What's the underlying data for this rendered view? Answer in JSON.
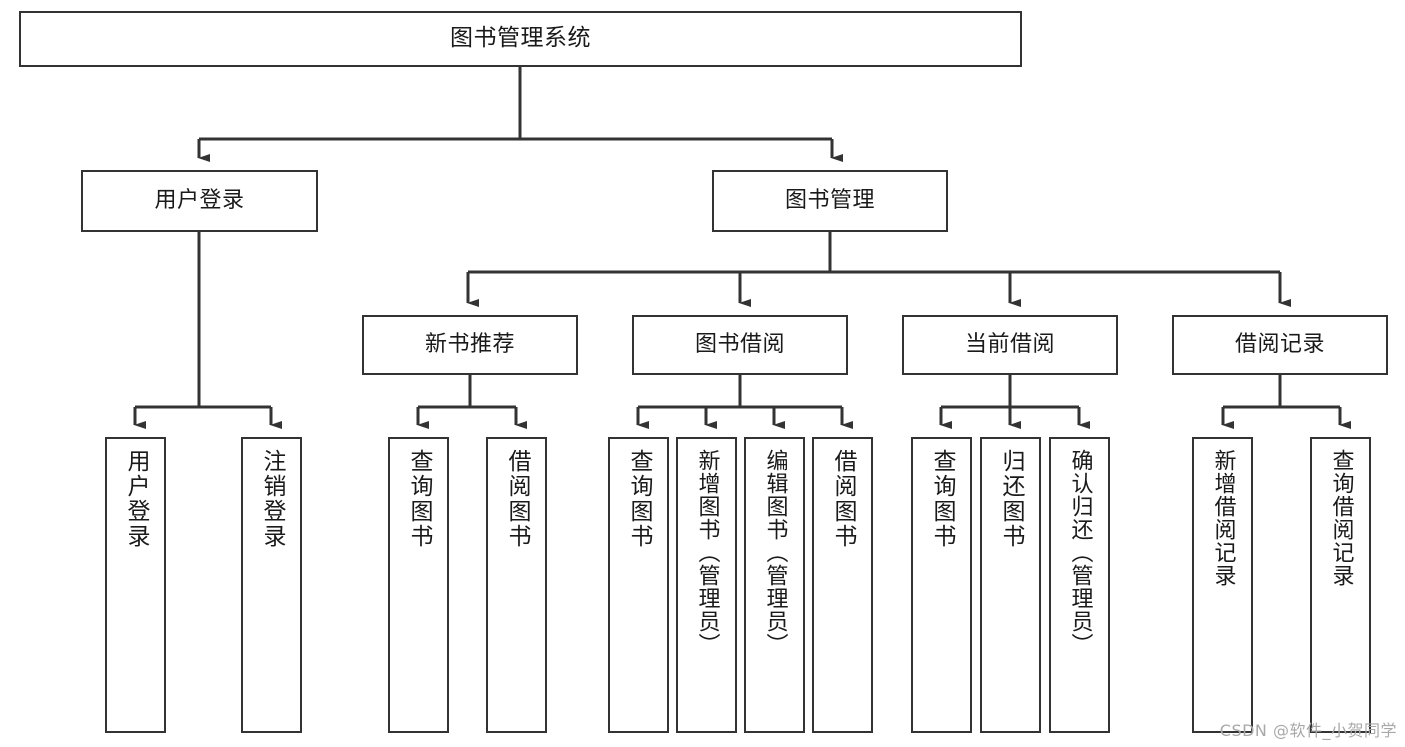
{
  "diagram": {
    "title": "图书管理系统",
    "root": {
      "label": "图书管理系统"
    },
    "level2": [
      {
        "label": "用户登录"
      },
      {
        "label": "图书管理"
      }
    ],
    "level3": [
      {
        "label": "新书推荐"
      },
      {
        "label": "图书借阅"
      },
      {
        "label": "当前借阅"
      },
      {
        "label": "借阅记录"
      }
    ],
    "leaves": {
      "user_login": [
        {
          "label": "用户登录"
        },
        {
          "label": "注销登录"
        }
      ],
      "new_book": [
        {
          "label": "查询图书"
        },
        {
          "label": "借阅图书"
        }
      ],
      "book_borrow": [
        {
          "label": "查询图书"
        },
        {
          "label": "新增图书（管理员）"
        },
        {
          "label": "编辑图书（管理员）"
        },
        {
          "label": "借阅图书"
        }
      ],
      "current_borrow": [
        {
          "label": "查询图书"
        },
        {
          "label": "归还图书"
        },
        {
          "label": "确认归还（管理员）"
        }
      ],
      "borrow_record": [
        {
          "label": "新增借阅记录"
        },
        {
          "label": "查询借阅记录"
        }
      ]
    }
  },
  "watermark": {
    "text": "CSDN @软件_小贺同学"
  },
  "colors": {
    "border": "#333333",
    "text": "#1a1a1a",
    "background": "#ffffff",
    "watermark": "#a8a8a8"
  }
}
